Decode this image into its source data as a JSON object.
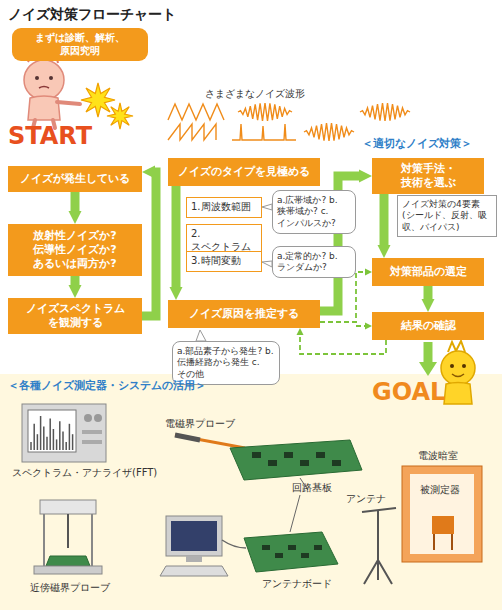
{
  "diagram": {
    "title": "ノイズ対策フローチャート",
    "nodes": [
      {
        "text": [
          "まずは診断、解析、原因究明"
        ]
      },
      {
        "text": [
          "ノイズが発生している"
        ]
      },
      {
        "text": [
          "放射性ノイズか? 伝導性ノイズか? あるいは両方か?"
        ]
      },
      {
        "text": [
          "ノイズスペクトラム を観測する"
        ]
      },
      {
        "text": [
          "ノイズのタイプを見極める"
        ]
      },
      {
        "text": [
          "1.周波数範囲"
        ]
      },
      {
        "text": [
          "2.スペクトラム"
        ]
      },
      {
        "text": [
          "3.時間変動"
        ]
      },
      {
        "text": [
          "a.広帯域か? b.狭帯域か? c.インパルスか?"
        ]
      },
      {
        "text": [
          "a.定常的か? b.ランダムか?"
        ]
      },
      {
        "text": [
          "ノイズ原因を推定する"
        ]
      },
      {
        "text": [
          "a.部品素子から発生? b.伝播経路から発生 c.その他"
        ]
      },
      {
        "text": [
          "対策手法・技術を選ぶ"
        ]
      },
      {
        "text": [
          "ノイズ対策の4要素 (シールド、反射、吸収、バイパス)"
        ]
      },
      {
        "text": [
          "対策部品の選定"
        ]
      },
      {
        "text": [
          "結果の確認"
        ]
      }
    ],
    "edges": [
      {
        "from": 1,
        "to": 2,
        "arrow": "to"
      },
      {
        "from": 2,
        "to": 3,
        "arrow": "to"
      },
      {
        "from": 3,
        "to": 4,
        "arrow": "to"
      },
      {
        "from": 4,
        "to": 10,
        "arrow": "to"
      },
      {
        "from": 10,
        "to": 12,
        "arrow": "to"
      },
      {
        "from": 12,
        "to": 14,
        "arrow": "to"
      },
      {
        "from": 14,
        "to": 15,
        "arrow": "to"
      },
      {
        "from": 10,
        "to": 14,
        "arrow": "to"
      },
      {
        "from": 10,
        "to": 15,
        "arrow": "to"
      },
      {
        "from": 15,
        "to": 10,
        "arrow": "to"
      }
    ],
    "labels": [
      "START",
      "さまざまなノイズ波形",
      "＜適切なノイズ対策＞",
      "GOAL",
      "＜各種ノイズ測定器・システムの活用＞",
      "電磁界プローブ",
      "スペクトラム・アナライザ(FFT)",
      "回路基板",
      "アンテナ",
      "電波暗室",
      "被測定器",
      "近傍磁界プローブ",
      "アンテナボード"
    ]
  }
}
